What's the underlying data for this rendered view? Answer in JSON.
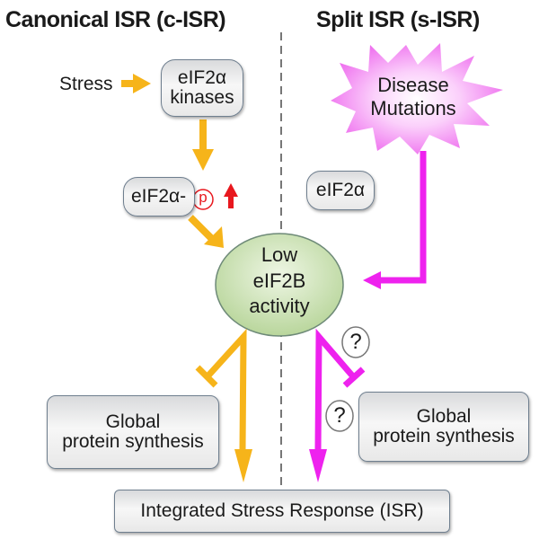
{
  "titles": {
    "left": "Canonical ISR (c-ISR)",
    "right": "Split ISR (s-ISR)"
  },
  "left_panel": {
    "stress_label": "Stress",
    "kinase_box": [
      "eIF2α",
      "kinases"
    ],
    "phospho_box": "eIF2α-",
    "phospho_mark": "p",
    "increase_icon": "red-up-arrow",
    "global_box": [
      "Global",
      "protein synthesis"
    ]
  },
  "right_panel": {
    "disease_burst": [
      "Disease",
      "Mutations"
    ],
    "eif2a_box": "eIF2α",
    "question_marks": [
      "?",
      "?"
    ],
    "global_box": [
      "Global",
      "protein synthesis"
    ]
  },
  "center": {
    "ellipse": [
      "Low",
      "eIF2B",
      "activity"
    ],
    "isr_box": "Integrated Stress Response (ISR)"
  },
  "colors": {
    "canonical_arrow": "#f6b41a",
    "split_arrow": "#ee22ee",
    "phospho_red": "#e8181e",
    "ellipse_fill": "#c9e0b0",
    "burst_fill": "#f07ff0",
    "divider": "#555555"
  }
}
